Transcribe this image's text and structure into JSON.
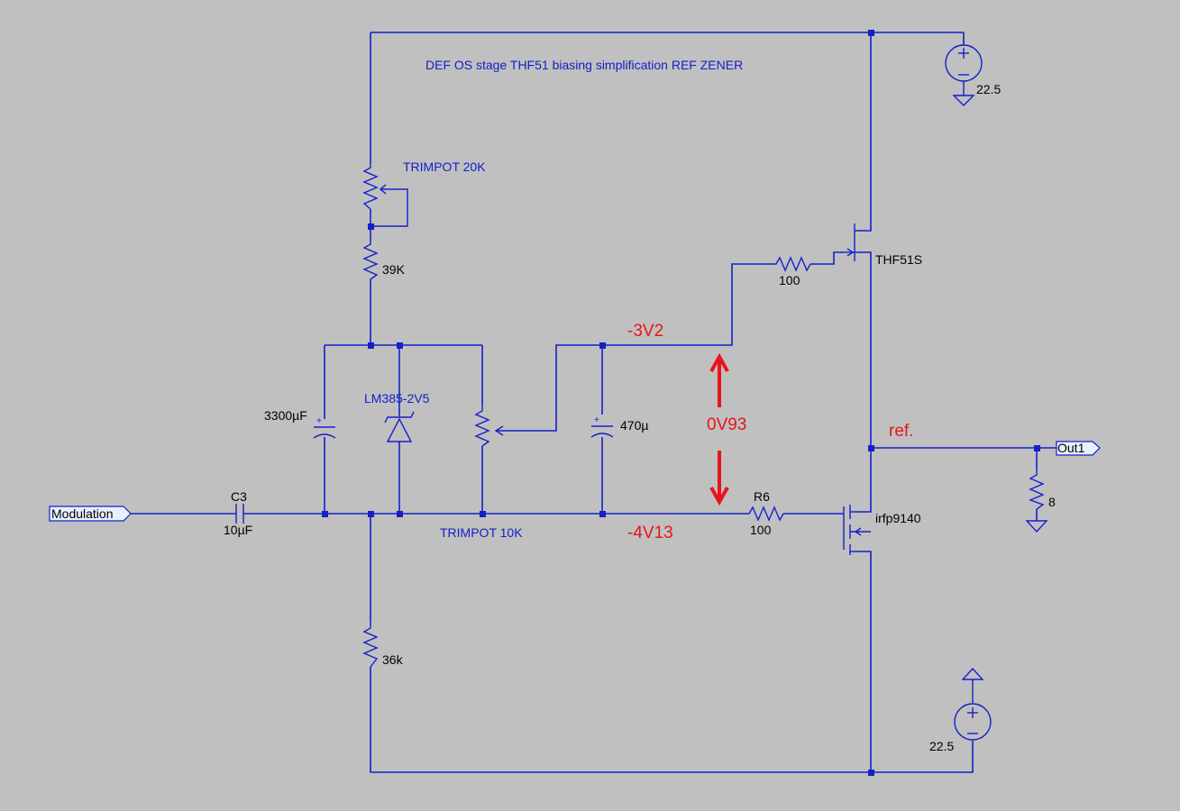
{
  "title_note": "DEF OS stage THF51 biasing simplification  REF ZENER",
  "colors": {
    "background": "#c0c0c0",
    "wire": "#1420c8",
    "annotation": "#e8141c",
    "text": "#000000"
  },
  "components": {
    "trimpot_top": "TRIMPOT 20K",
    "r_39k": "39K",
    "cap_3300": "3300µF",
    "zener": "LM385-2V5",
    "trimpot_bottom": "TRIMPOT 10K",
    "cap_470": "470µ",
    "c3_name": "C3",
    "c3_value": "10µF",
    "r_36k": "36k",
    "r_gate_top": "100",
    "r6_name": "R6",
    "r6_value": "100",
    "jfet": "THF51S",
    "mosfet": "irfp9140",
    "source_top": "22.5",
    "source_bottom": "22.5",
    "load": "8"
  },
  "ports": {
    "input": "Modulation",
    "output": "Out1"
  },
  "annotations": {
    "v_top": "-3V2",
    "v_bottom": "-4V13",
    "v_diff": "0V93",
    "ref": "ref."
  }
}
